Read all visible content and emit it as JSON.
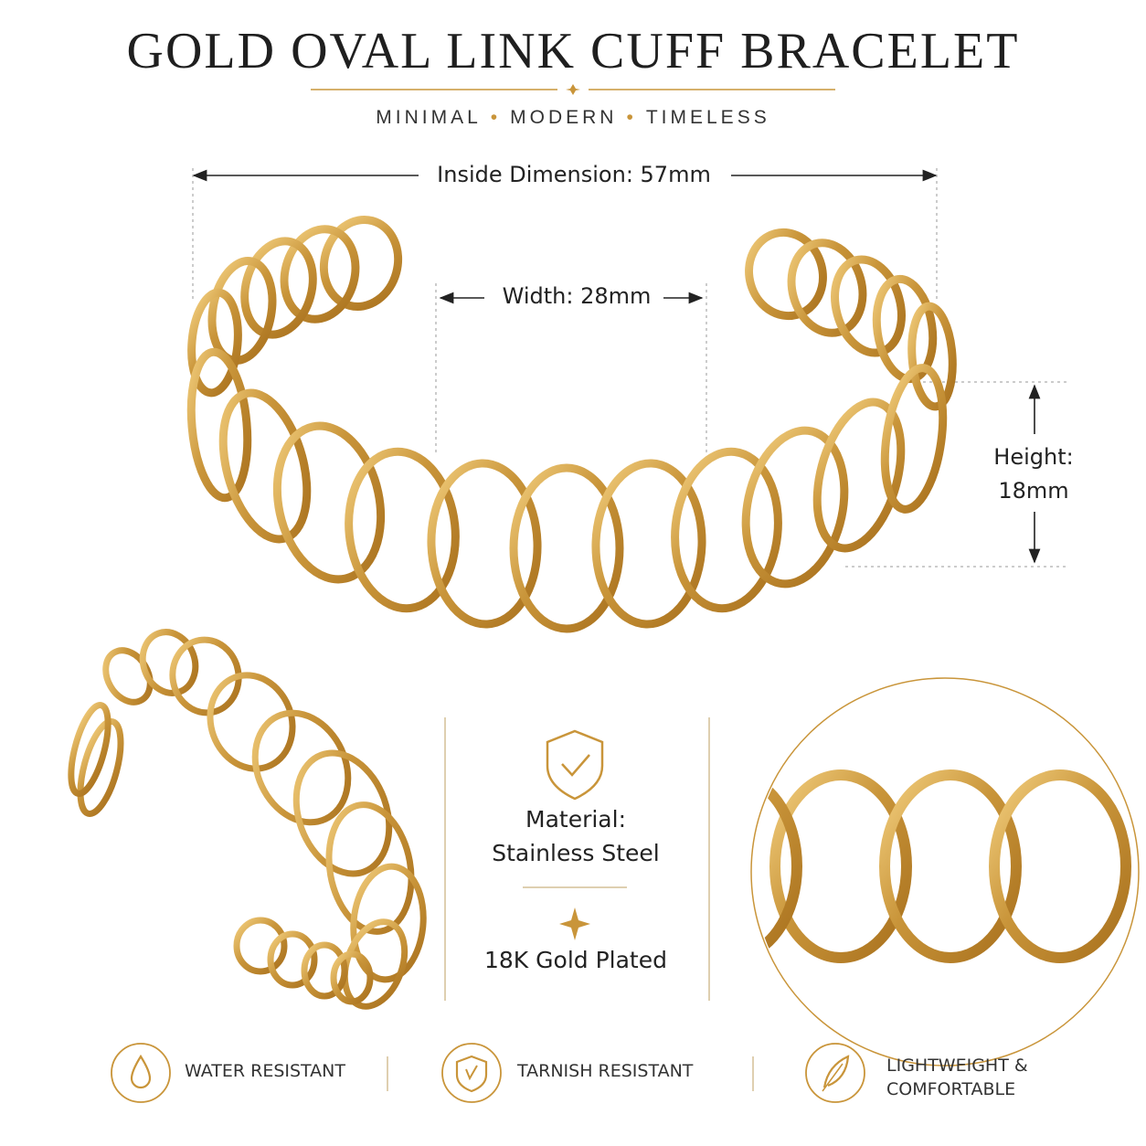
{
  "header": {
    "title": "GOLD OVAL LINK CUFF BRACELET",
    "subtitle_words": [
      "MINIMAL",
      "MODERN",
      "TIMELESS"
    ],
    "subtitle_separator": "•"
  },
  "dimensions": {
    "inside": "Inside Dimension: 57mm",
    "width": "Width: 28mm",
    "height_line1": "Height:",
    "height_line2": "18mm"
  },
  "specs": {
    "material_line1": "Material:",
    "material_line2": "Stainless Steel",
    "material_icon": "shield-check-icon",
    "plating": "18K Gold Plated",
    "plating_icon": "sparkle-icon"
  },
  "features": [
    {
      "label": "WATER RESISTANT",
      "icon": "water-drop-icon"
    },
    {
      "label": "TARNISH RESISTANT",
      "icon": "tarnish-shield-icon"
    },
    {
      "label_line1": "LIGHTWEIGHT &",
      "label_line2": "COMFORTABLE",
      "icon": "feather-icon"
    }
  ],
  "colors": {
    "gold": "#c9953a",
    "gold_dark": "#a8701d",
    "gold_light": "#f3cf7f",
    "text": "#222222",
    "divider": "#d4bf96"
  }
}
